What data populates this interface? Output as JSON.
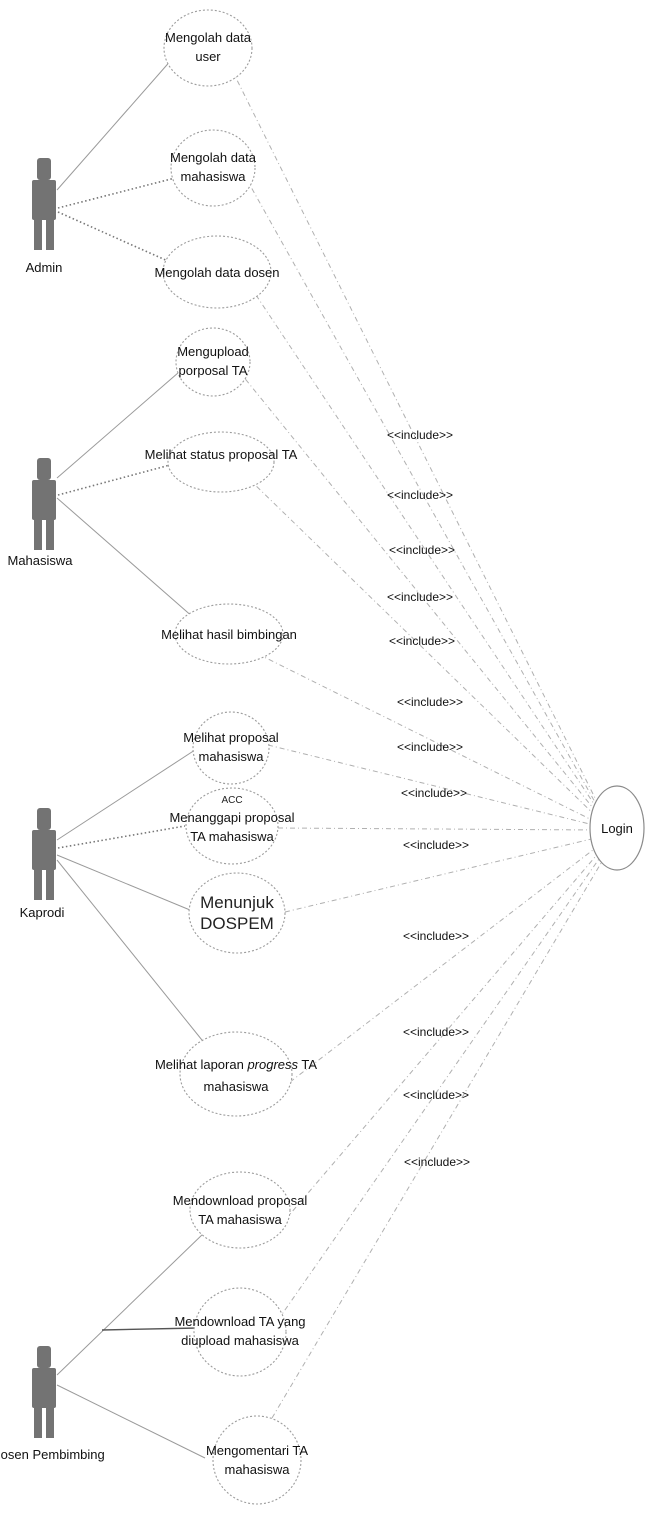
{
  "actors": [
    {
      "id": "admin",
      "label": "Admin"
    },
    {
      "id": "mahasiswa",
      "label": "Mahasiswa"
    },
    {
      "id": "kaprodi",
      "label": "Kaprodi"
    },
    {
      "id": "dosen",
      "label": "Dosen Pembimbing"
    }
  ],
  "use_cases": {
    "mengolah_user": [
      "Mengolah data",
      "user"
    ],
    "mengolah_mahasiswa": [
      "Mengolah data",
      "mahasiswa"
    ],
    "mengolah_dosen": [
      "Mengolah data dosen"
    ],
    "mengupload": [
      "Mengupload",
      "porposal TA"
    ],
    "status_proposal": [
      "Melihat status proposal TA"
    ],
    "hasil_bimbingan": [
      "Melihat hasil bimbingan"
    ],
    "melihat_proposal": [
      "Melihat proposal",
      "mahasiswa"
    ],
    "acc_note": "ACC",
    "menanggapi": [
      "Menanggapi proposal",
      "TA mahasiswa"
    ],
    "menunjuk": [
      "Menunjuk",
      "DOSPEM"
    ],
    "laporan_progress": {
      "prefix": "Melihat laporan ",
      "emphasis": "progress",
      "suffix": " TA",
      "line2": "mahasiswa"
    },
    "download_proposal": [
      "Mendownload proposal",
      "TA mahasiswa"
    ],
    "download_ta": [
      "Mendownload TA yang",
      "diupload mahasiswa"
    ],
    "mengomentari": [
      "Mengomentari TA",
      "mahasiswa"
    ],
    "login": "Login"
  },
  "include_label": "<<include>>",
  "include_count": 13
}
